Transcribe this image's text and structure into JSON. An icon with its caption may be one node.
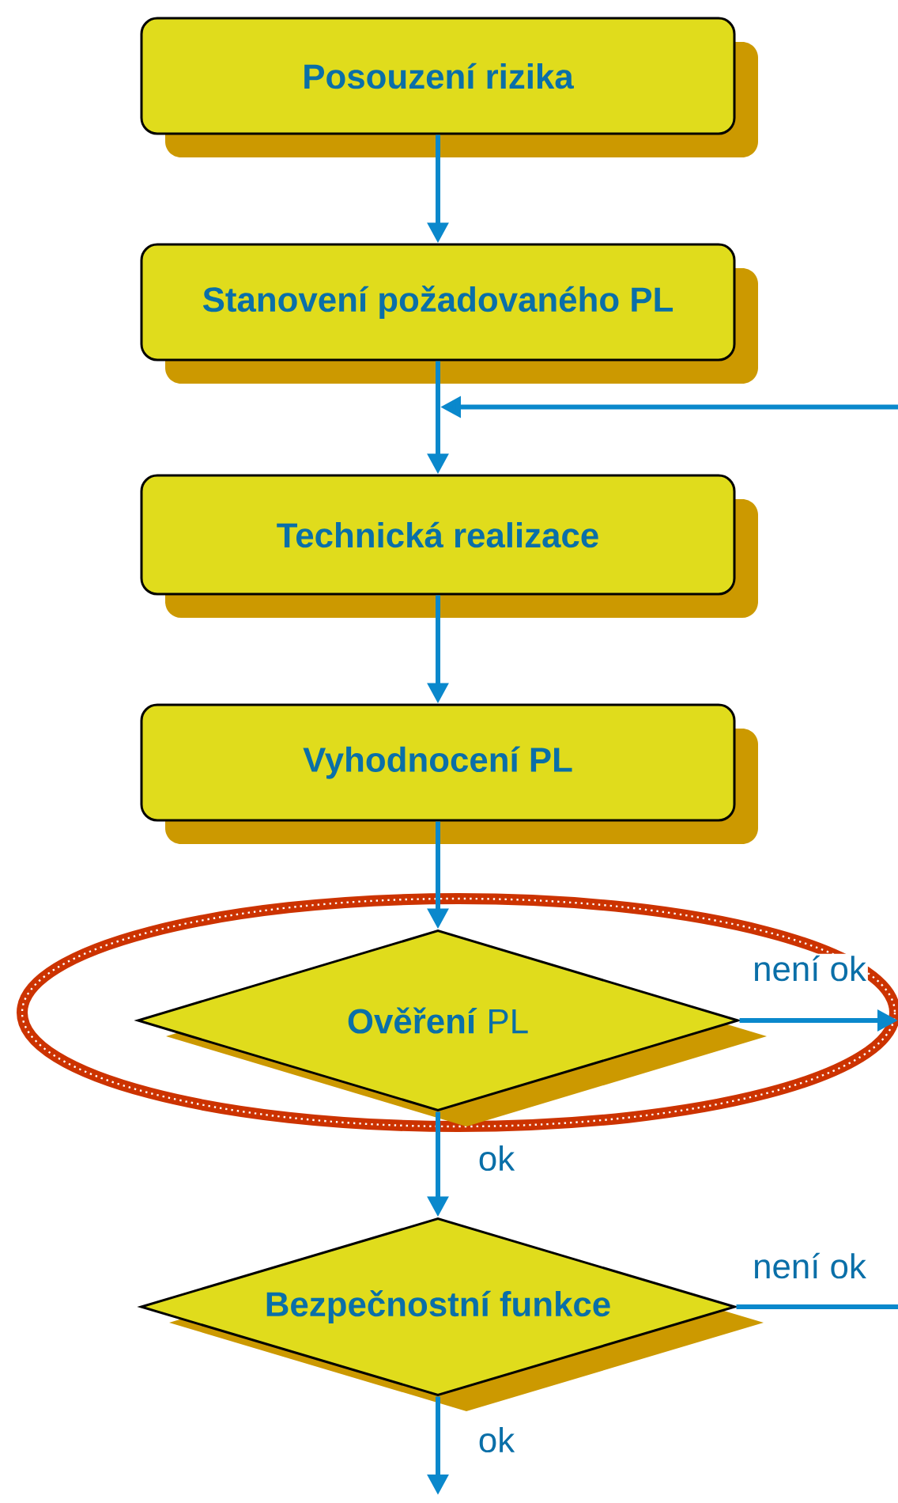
{
  "diagram": {
    "nodes": [
      {
        "text": [
          "Posouzení rizika"
        ]
      },
      {
        "text": [
          "Stanovení požadovaného PL"
        ]
      },
      {
        "text": [
          "Technická realizace"
        ]
      },
      {
        "text": [
          "Vyhodnocení PL"
        ]
      },
      {
        "text": [
          "**Ověření** PL"
        ]
      },
      {
        "text": [
          "Bezpečnostní funkce"
        ]
      }
    ],
    "edges": [
      {
        "from": 0,
        "to": 1,
        "arrow": "to"
      },
      {
        "from": 1,
        "to": 2,
        "arrow": "to"
      },
      {
        "from": null,
        "to": 2,
        "arrow": "to"
      },
      {
        "from": 2,
        "to": 3,
        "arrow": "to"
      },
      {
        "from": 3,
        "to": 4,
        "arrow": "to"
      },
      {
        "from": 4,
        "to": null,
        "arrow": "to",
        "label": "není ok"
      },
      {
        "from": 4,
        "to": 5,
        "arrow": "to",
        "label": "ok"
      },
      {
        "from": 5,
        "to": null,
        "arrow": "none",
        "label": "není ok"
      },
      {
        "from": 5,
        "to": null,
        "arrow": "to",
        "label": "ok"
      }
    ]
  }
}
